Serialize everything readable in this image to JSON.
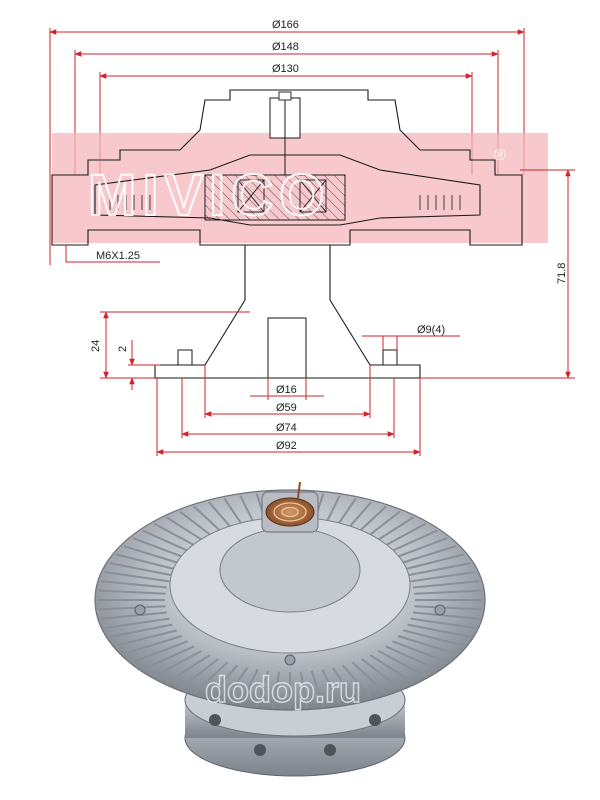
{
  "drawing": {
    "dimensions": {
      "d166": "Ø166",
      "d148": "Ø148",
      "d130": "Ø130",
      "thread": "M6X1.25",
      "height": "71.8",
      "flange_thickness": "24",
      "step": "2",
      "holes": "Ø9(4)",
      "d16": "Ø16",
      "d59": "Ø59",
      "d74": "Ø74",
      "d92": "Ø92"
    },
    "watermark": {
      "logo": "MIVICO",
      "registered": "®",
      "band_color": "#f4b7bc"
    },
    "dimension_line_color": "#d2232a"
  },
  "photo": {
    "subject": "viscous fan clutch",
    "watermark": "dodop.ru"
  }
}
